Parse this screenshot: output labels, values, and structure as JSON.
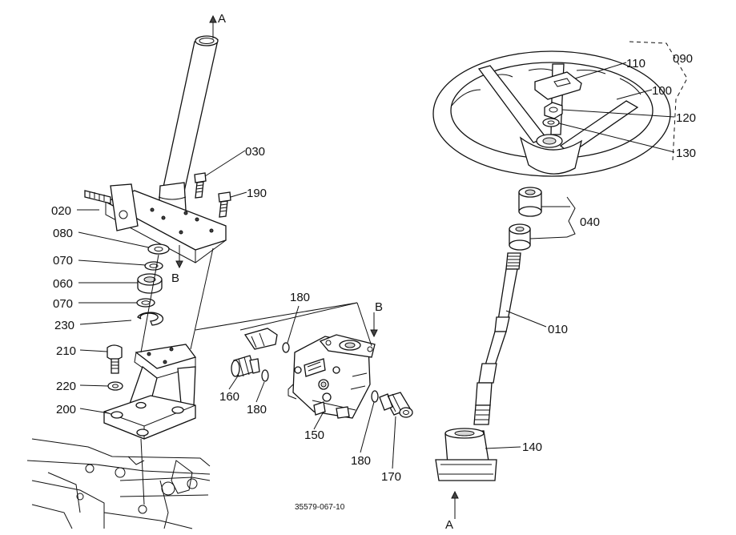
{
  "labels": {
    "p010": "010",
    "p020": "020",
    "p030": "030",
    "p040": "040",
    "p060": "060",
    "p070a": "070",
    "p070b": "070",
    "p080": "080",
    "p090": "090",
    "p100": "100",
    "p110": "110",
    "p120": "120",
    "p130": "130",
    "p140": "140",
    "p150": "150",
    "p160": "160",
    "p170": "170",
    "p180a": "180",
    "p180b": "180",
    "p180c": "180",
    "p190": "190",
    "p200": "200",
    "p210": "210",
    "p220": "220",
    "p230": "230",
    "arrow_a_top": "A",
    "arrow_a_bottom": "A",
    "arrow_b_left": "B",
    "arrow_b_right": "B"
  },
  "drawing_number": "35579-067-10"
}
